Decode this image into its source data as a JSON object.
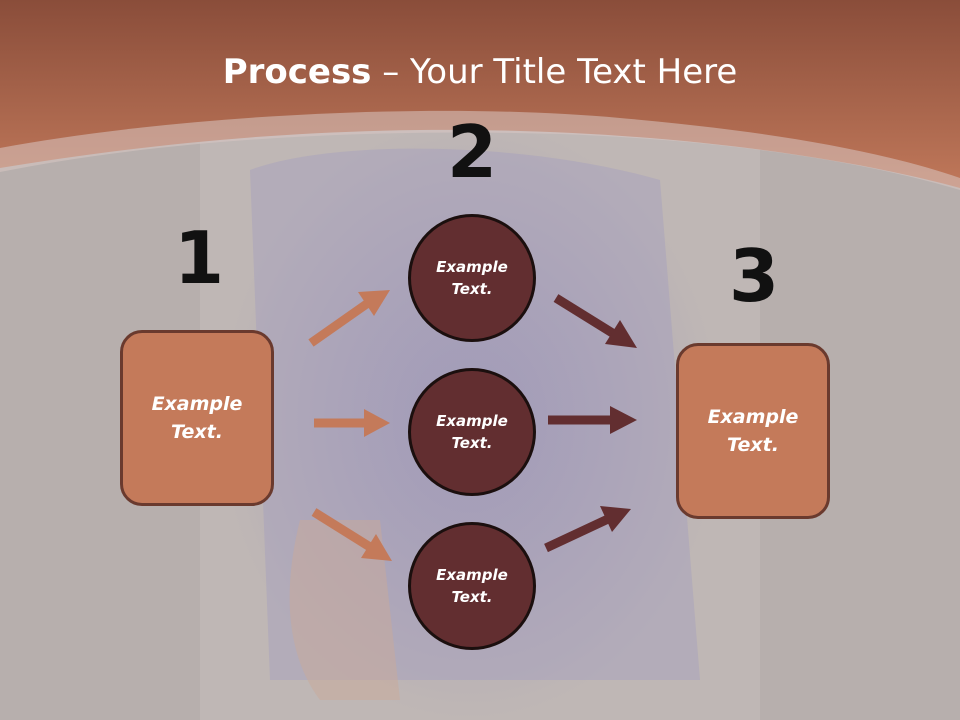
{
  "slide": {
    "title_bold": "Process",
    "title_rest": " – Your Title Text Here"
  },
  "steps": {
    "one": "1",
    "two": "2",
    "three": "3"
  },
  "nodes": {
    "left_box": "Example\nText.",
    "circle_top": "Example\nText.",
    "circle_middle": "Example\nText.",
    "circle_bottom": "Example\nText.",
    "right_box": "Example\nText."
  },
  "colors": {
    "header": "#b8684a",
    "box_fill": "#c47a5a",
    "circle_fill": "#622e30",
    "arrow_light": "#c47a5a",
    "arrow_dark": "#622e30"
  }
}
